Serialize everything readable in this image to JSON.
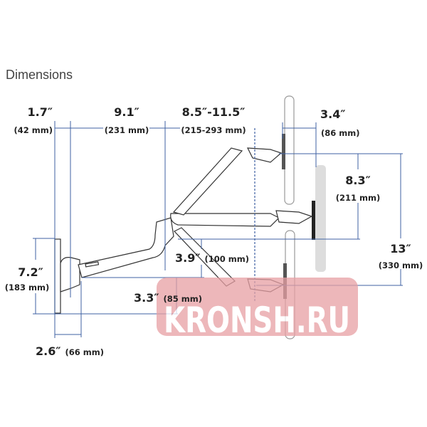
{
  "title": "Dimensions",
  "dimensions": {
    "wall_offset": {
      "inches": "1.7″",
      "mm": "(42 mm)"
    },
    "first_arm": {
      "inches": "9.1″",
      "mm": "(231 mm)"
    },
    "second_arm": {
      "inches": "8.5″-11.5″",
      "mm": "(215-293 mm)"
    },
    "monitor_depth": {
      "inches": "3.4″",
      "mm": "(86 mm)"
    },
    "upper_lift": {
      "inches": "8.3″",
      "mm": "(211 mm)"
    },
    "total_lift": {
      "inches": "13″",
      "mm": "(330 mm)"
    },
    "wall_plate_height": {
      "inches": "7.2″",
      "mm": "(183 mm)"
    },
    "lower_drop": {
      "inches": "3.9″",
      "mm": "(100 mm)"
    },
    "arm_height": {
      "inches": "3.3″",
      "mm": "(85 mm)"
    },
    "mount_depth": {
      "inches": "2.6″",
      "mm": "(66 mm)"
    }
  },
  "watermark": "KRONSH.RU",
  "colors": {
    "dimension_lines": "#3f62a3",
    "watermark": "#e8a0a4"
  }
}
